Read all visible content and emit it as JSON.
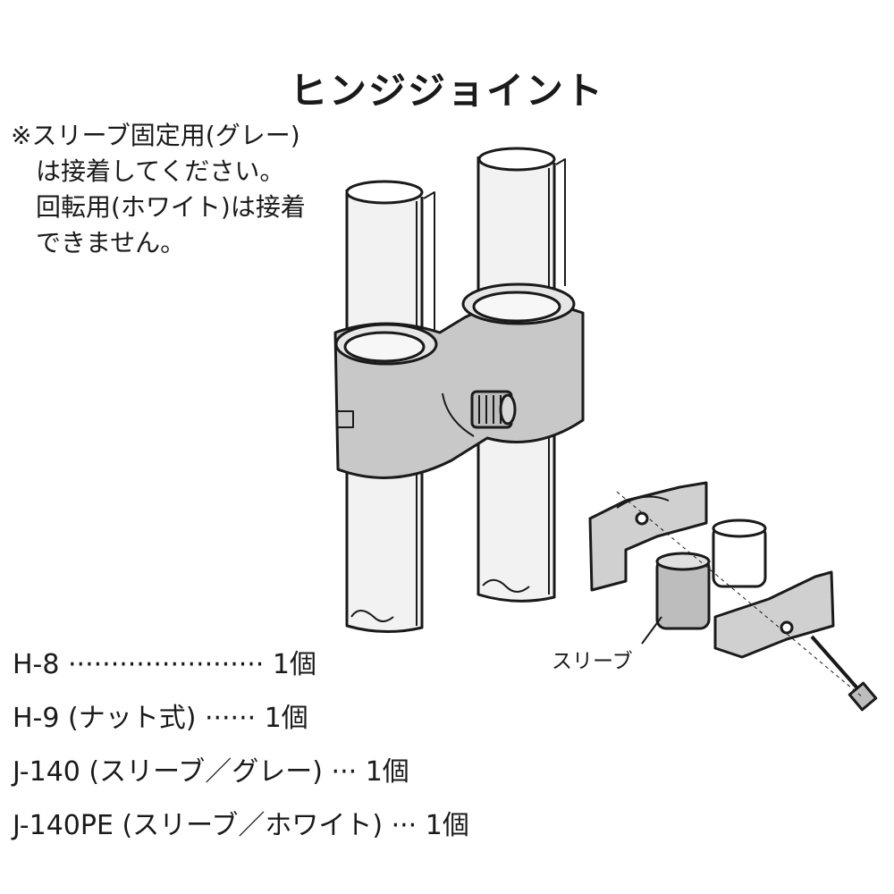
{
  "title": "ヒンジジョイント",
  "note": {
    "line1": "※スリーブ固定用(グレー)",
    "line2": "は接着してください。",
    "line3": "回転用(ホワイト)は接着",
    "line4": "できません。"
  },
  "callout": {
    "sleeve": "スリーブ"
  },
  "parts": [
    {
      "text": "H-8 ······················· 1個"
    },
    {
      "text": "H-9 (ナット式) ······ 1個"
    },
    {
      "text": "J-140 (スリーブ／グレー) ··· 1個"
    },
    {
      "text": "J-140PE (スリーブ／ホワイト) ··· 1個"
    }
  ],
  "colors": {
    "ink": "#1a1a1a",
    "joint_fill": "#c8c8c8",
    "pipe_fill": "#f2f2f2",
    "sleeve_grey": "#bdbdbd"
  }
}
